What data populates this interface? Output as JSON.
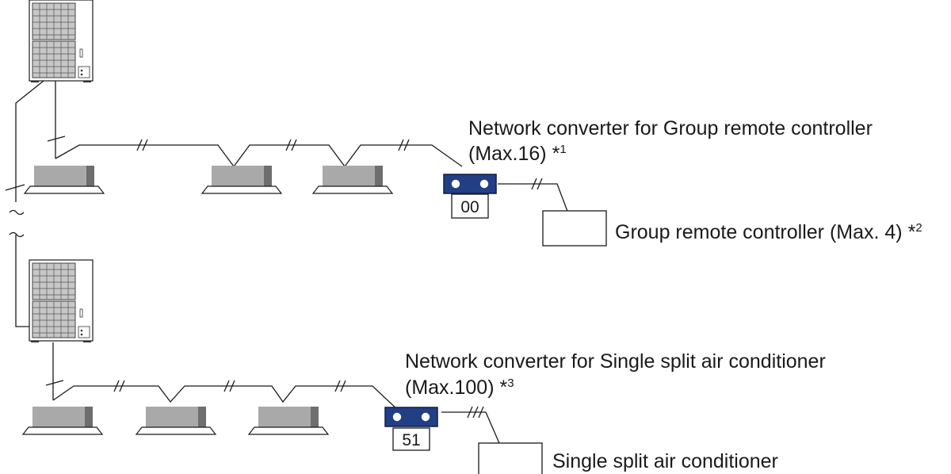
{
  "system_1": {
    "converter_label": "Network converter for Group remote controller",
    "converter_max": "(Max.16)",
    "converter_note": "*1",
    "converter_address": "00",
    "device_label": "Group remote controller (Max. 4)",
    "device_note": "*2"
  },
  "system_2": {
    "converter_label": "Network converter for Single split air conditioner",
    "converter_max": "(Max.100)",
    "converter_note": "*3",
    "converter_address": "51",
    "device_label": "Single split air conditioner"
  },
  "colors": {
    "converter": "#223f86",
    "indoor_unit": "#a9a9a9",
    "line": "#1a1a1a"
  },
  "icons": {
    "outdoor_unit": "outdoor-unit-icon",
    "indoor_unit": "ceiling-cassette-icon",
    "converter": "network-converter-icon"
  }
}
